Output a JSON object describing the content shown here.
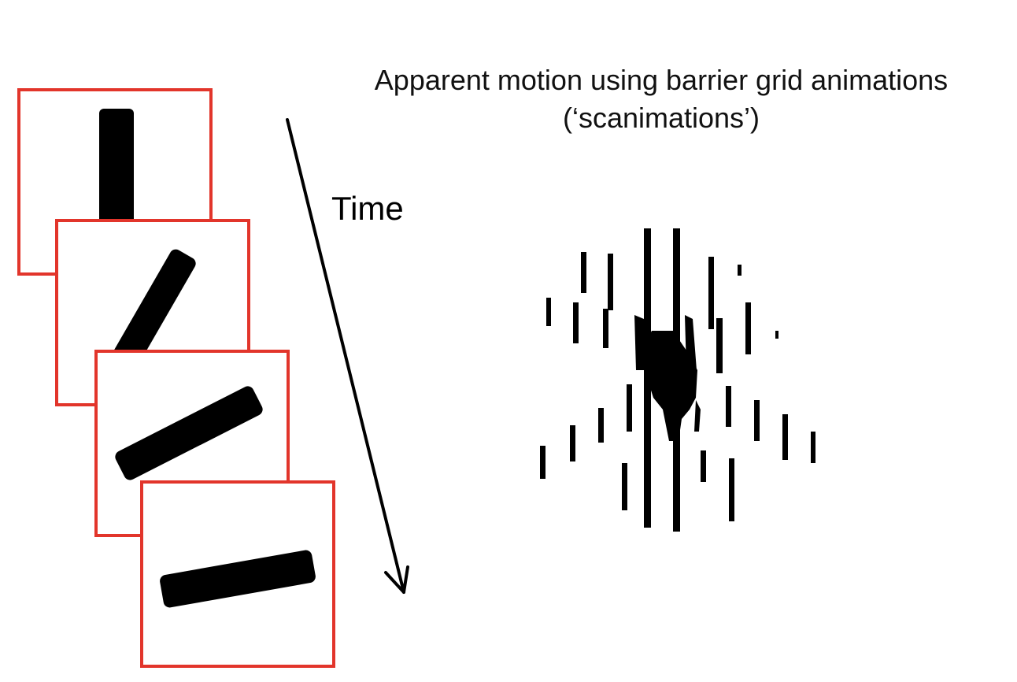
{
  "title": {
    "line1": "Apparent motion using barrier grid animations",
    "line2": "(‘scanimations’)"
  },
  "time_label": "Time",
  "colors": {
    "frame_border": "#e2352b",
    "bar_fill": "#000000",
    "arrow": "#000000",
    "background": "#ffffff"
  },
  "frames": [
    {
      "name": "frame-1",
      "bar_angle_deg": 90
    },
    {
      "name": "frame-2",
      "bar_angle_deg": 60
    },
    {
      "name": "frame-3",
      "bar_angle_deg": 27
    },
    {
      "name": "frame-4",
      "bar_angle_deg": 10
    }
  ],
  "icons": {
    "time_arrow": "arrow-down-icon",
    "scanimation": "barrier-grid-pattern"
  }
}
